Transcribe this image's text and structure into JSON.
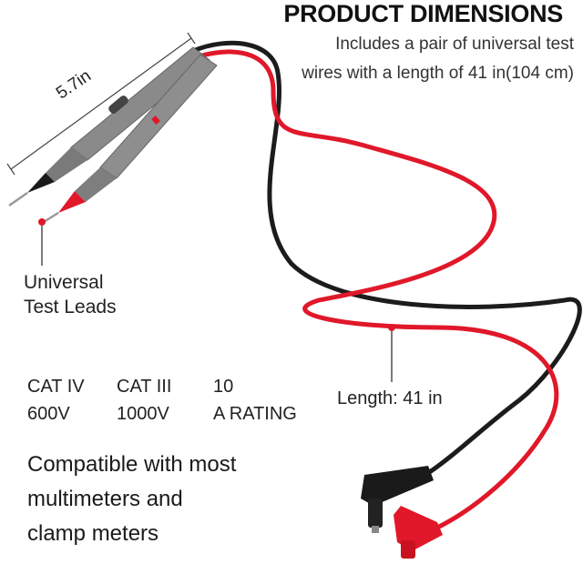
{
  "title": "PRODUCT DIMENSIONS",
  "description": {
    "line1": "Includes a pair of universal test",
    "line2": "wires with a length of 41 in(104 cm)"
  },
  "probe_length_label": "5.7in",
  "leads_label": {
    "line1": "Universal",
    "line2": "Test Leads"
  },
  "ratings": [
    {
      "line1": "CAT IV",
      "line2": "600V"
    },
    {
      "line1": "CAT III",
      "line2": "1000V"
    },
    {
      "line1": "10",
      "line2": "A RATING"
    }
  ],
  "length_label": "Length: 41 in",
  "compatibility": {
    "line1": "Compatible with most",
    "line2": "multimeters and",
    "line3": "clamp meters"
  },
  "colors": {
    "red_wire": "#e0182a",
    "black_wire": "#1a1a1a",
    "probe_grey": "#8a8a8a"
  },
  "icons": [
    "test-lead-probes",
    "banana-plug-connectors"
  ]
}
